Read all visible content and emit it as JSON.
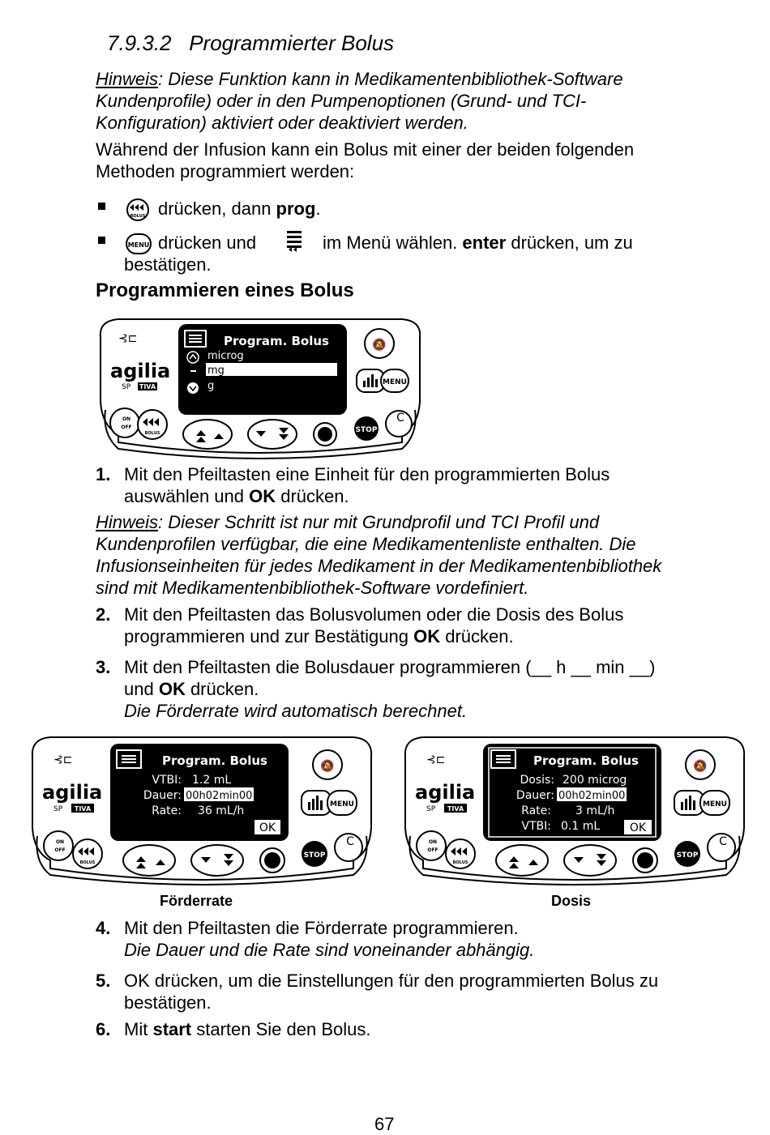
{
  "section": {
    "number": "7.9.3.2",
    "title": "Programmierter Bolus"
  },
  "note1": {
    "label": "Hinweis",
    "line1": ": Diese Funktion kann in Medikamentenbibliothek-Software",
    "line2": "Kundenprofile) oder in den Pumpenoptionen (Grund- und TCI-",
    "line3": "Konfiguration) aktiviert oder deaktiviert werden."
  },
  "intro": {
    "line1": "Während der Infusion kann ein Bolus mit einer der beiden folgenden",
    "line2": "Methoden programmiert werden:"
  },
  "methods": {
    "m1_text": "drücken, dann ",
    "m1_bold": "prog",
    "m1_end": ".",
    "m2_text": "drücken und",
    "m2_text2": "im Menü wählen. ",
    "m2_bold": "enter",
    "m2_end": " drücken, um zu",
    "m2_line2": "bestätigen."
  },
  "heading": "Programmieren eines Bolus",
  "device": {
    "brand": "agilia",
    "model": "SP",
    "badge": "TIVA",
    "btn_menu": "MENU",
    "btn_stop": "STOP",
    "btn_c": "C",
    "btn_bolus": "BOLUS",
    "btn_on": "ON",
    "btn_off": "OFF"
  },
  "screen1": {
    "title": "Program. Bolus",
    "options": [
      "microg",
      "mg",
      "g"
    ],
    "selected": "mg"
  },
  "step1": {
    "num": "1.",
    "line1": "Mit den Pfeiltasten eine Einheit für den programmierten Bolus",
    "line2a": "auswählen und ",
    "line2b": "OK",
    "line2c": " drücken."
  },
  "note2": {
    "label": "Hinweis",
    "line1": ": Dieser Schritt ist nur mit Grundprofil und TCI Profil und",
    "line2": "Kundenprofilen verfügbar, die eine Medikamentenliste enthalten. Die",
    "line3": "Infusionseinheiten für jedes Medikament in der Medikamentenbibliothek",
    "line4": "sind mit Medikamentenbibliothek-Software vordefiniert."
  },
  "step2": {
    "num": "2.",
    "line1": "Mit den Pfeiltasten das Bolusvolumen oder die Dosis des Bolus",
    "line2a": "programmieren und zur Bestätigung ",
    "line2b": "OK",
    "line2c": " drücken."
  },
  "step3": {
    "num": "3.",
    "line1": "Mit den Pfeiltasten die Bolusdauer programmieren (__ h __ min __)",
    "line2a": "und ",
    "line2b": "OK",
    "line2c": " drücken.",
    "line3": "Die Förderrate wird automatisch berechnet."
  },
  "screen2": {
    "title": "Program. Bolus",
    "rows": [
      {
        "label": "VTBI:",
        "value": "1.2 mL"
      },
      {
        "label": "Dauer:",
        "value": "00h02min00"
      },
      {
        "label": "Rate:",
        "value": "36 mL/h"
      }
    ],
    "ok": "OK",
    "caption": "Förderrate"
  },
  "screen3": {
    "title": "Program. Bolus",
    "rows": [
      {
        "label": "Dosis:",
        "value": "200 microg"
      },
      {
        "label": "Dauer:",
        "value": "00h02min00"
      },
      {
        "label": "Rate:",
        "value": "3 mL/h"
      },
      {
        "label": "VTBI:",
        "value": "0.1 mL"
      }
    ],
    "ok": "OK",
    "caption": "Dosis"
  },
  "step4": {
    "num": "4.",
    "line1": "Mit den Pfeiltasten die Förderrate programmieren.",
    "line2": "Die Dauer und die Rate sind voneinander abhängig."
  },
  "step5": {
    "num": "5.",
    "line1": "OK drücken, um die Einstellungen für den programmierten Bolus zu",
    "line2": "bestätigen."
  },
  "step6": {
    "num": "6.",
    "line1a": "Mit ",
    "line1b": "start",
    "line1c": " starten Sie den Bolus."
  },
  "page_number": "67"
}
